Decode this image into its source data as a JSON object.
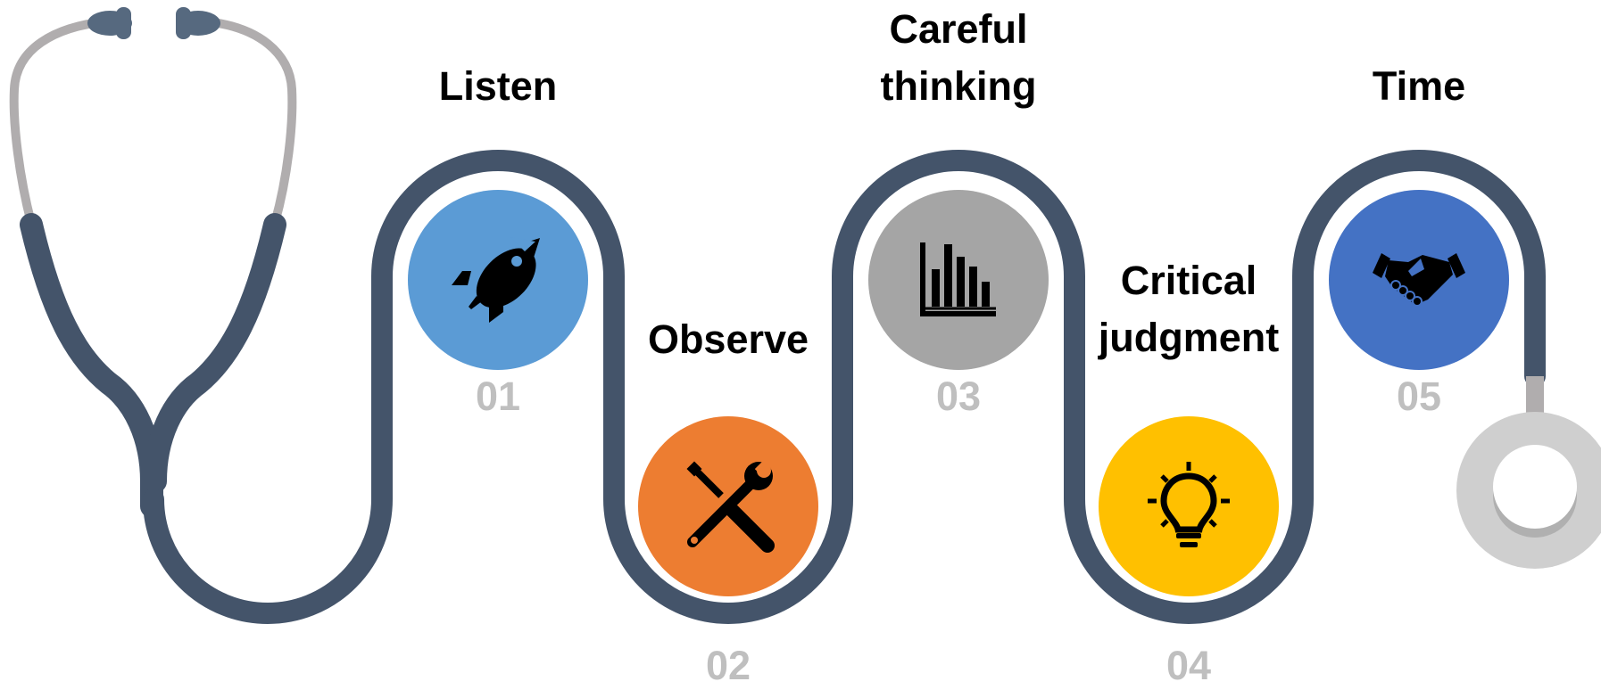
{
  "steps": [
    {
      "number": "01",
      "label_lines": [
        "Listen"
      ],
      "icon": "rocket-icon",
      "color": "#5b9bd5"
    },
    {
      "number": "02",
      "label_lines": [
        "Observe"
      ],
      "icon": "tools-icon",
      "color": "#ed7d31"
    },
    {
      "number": "03",
      "label_lines": [
        "Careful",
        "thinking"
      ],
      "icon": "bar-chart-icon",
      "color": "#a5a5a5"
    },
    {
      "number": "04",
      "label_lines": [
        "Critical",
        "judgment"
      ],
      "icon": "lightbulb-icon",
      "color": "#ffc000"
    },
    {
      "number": "05",
      "label_lines": [
        "Time"
      ],
      "icon": "handshake-icon",
      "color": "#4472c4"
    }
  ],
  "colors": {
    "tube": "#44546a",
    "tube_light": "#b0adae",
    "earpiece": "#56697f",
    "number_text": "#bfbfbf",
    "label_text": "#000000",
    "chestpiece": "#cfcfcf"
  }
}
